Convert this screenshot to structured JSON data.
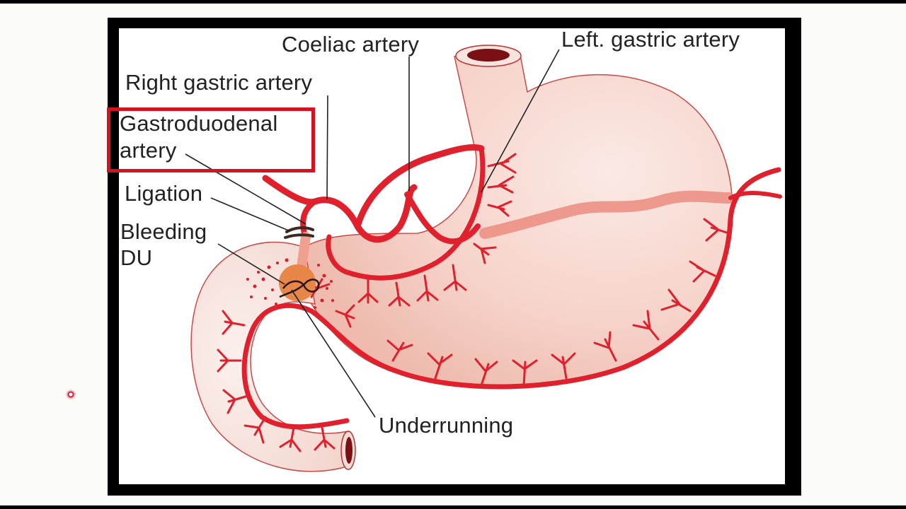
{
  "labels": {
    "coeliac": "Coeliac artery",
    "left_gastric": "Left. gastric artery",
    "right_gastric": "Right gastric artery",
    "gastroduodenal_line1": "Gastroduodenal",
    "gastroduodenal_line2": "artery",
    "ligation": "Ligation",
    "bleeding_line1": "Bleeding",
    "bleeding_line2": "DU",
    "underrunning": "Underrunning"
  },
  "colors": {
    "artery": "#e0202c",
    "highlight": "#d21321",
    "stomach_fill": "#f6d5ce",
    "ulcer": "#e8864a",
    "frame": "#000000"
  }
}
